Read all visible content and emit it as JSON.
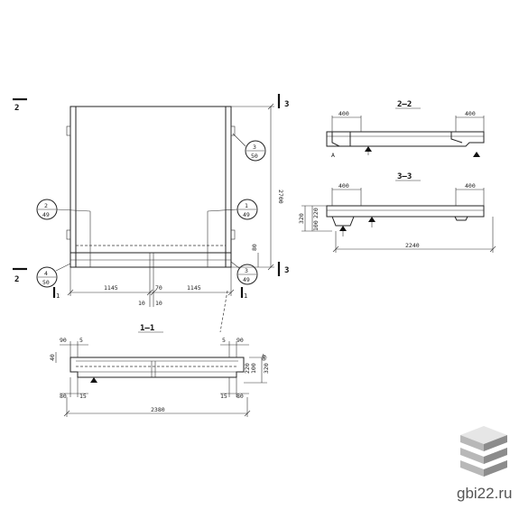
{
  "plan": {
    "cut_markers": {
      "left_top": "2",
      "left_bottom": "2",
      "right_top": "3",
      "right_bottom": "3",
      "bottom_left": "1",
      "bottom_right": "1"
    },
    "callouts": [
      {
        "num": "3",
        "sheet": "50"
      },
      {
        "num": "2",
        "sheet": "49"
      },
      {
        "num": "1",
        "sheet": "49"
      },
      {
        "num": "4",
        "sheet": "50"
      },
      {
        "num": "3",
        "sheet": "49"
      }
    ],
    "dims": {
      "height": "2700",
      "edge": "80",
      "left_span": "1145",
      "right_span": "1145",
      "joint_left": "10",
      "joint_right": "10",
      "joint_total": "70"
    }
  },
  "section_22": {
    "title": "2–2",
    "dim_left": "400",
    "dim_right": "400",
    "label_a": "А"
  },
  "section_33": {
    "title": "3–3",
    "dim_left": "400",
    "dim_right": "400",
    "height_total": "320",
    "height_a": "220",
    "height_b": "100",
    "length": "2240"
  },
  "section_11": {
    "title": "1–1",
    "top_left_a": "90",
    "top_left_b": "5",
    "top_right_a": "5",
    "top_right_b": "90",
    "left_h": "40",
    "right_h1": "40",
    "right_h2": "220",
    "right_h3": "100",
    "height_total": "320",
    "bot_left_a": "80",
    "bot_left_b": "15",
    "bot_right_a": "15",
    "bot_right_b": "80",
    "length": "2380"
  },
  "watermark": {
    "text": "gbi22.ru",
    "colors": {
      "cube_top": "#e6e6e6",
      "cube_side": "#b8b8b8",
      "cube_dark": "#8c8c8c"
    }
  }
}
